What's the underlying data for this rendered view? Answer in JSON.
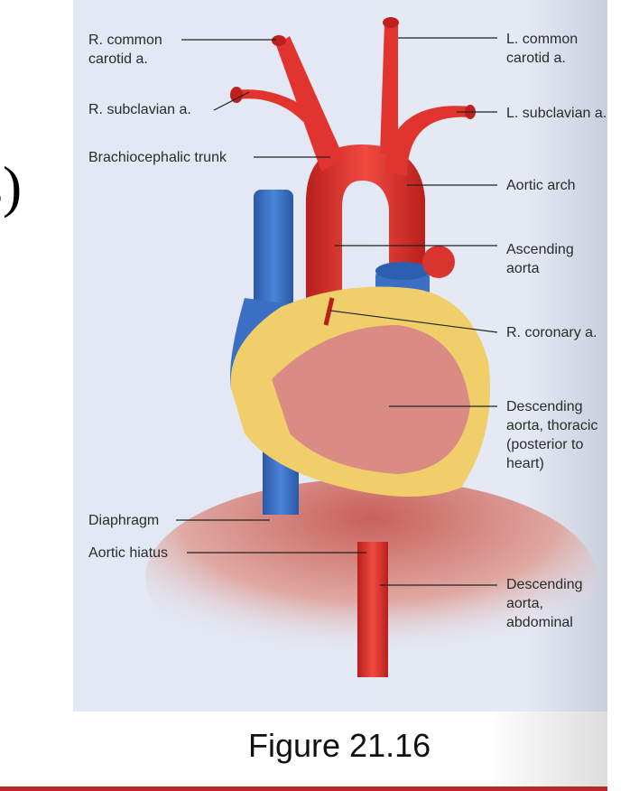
{
  "slide": {
    "partial_heading": "s)",
    "caption": "Figure 21.16"
  },
  "figure": {
    "labels": {
      "r_common_carotid": [
        "R. common",
        "carotid a."
      ],
      "l_common_carotid": [
        "L. common",
        "carotid a."
      ],
      "r_subclavian": "R. subclavian a.",
      "l_subclavian": "L. subclavian a.",
      "brachiocephalic": "Brachiocephalic trunk",
      "aortic_arch": "Aortic arch",
      "ascending_aorta": [
        "Ascending",
        "aorta"
      ],
      "r_coronary": "R. coronary a.",
      "desc_thoracic": [
        "Descending",
        "aorta, thoracic",
        "(posterior to",
        " heart)"
      ],
      "diaphragm": "Diaphragm",
      "aortic_hiatus": "Aortic hiatus",
      "desc_abdominal": [
        "Descending",
        "aorta,",
        "abdominal"
      ]
    },
    "colors": {
      "artery": "#e2342f",
      "vein": "#3a6fc4",
      "fat": "#f0cf6a",
      "muscle": "#d98b84",
      "background": "#e2e8f4",
      "accent_bar": "#b8282c"
    }
  }
}
